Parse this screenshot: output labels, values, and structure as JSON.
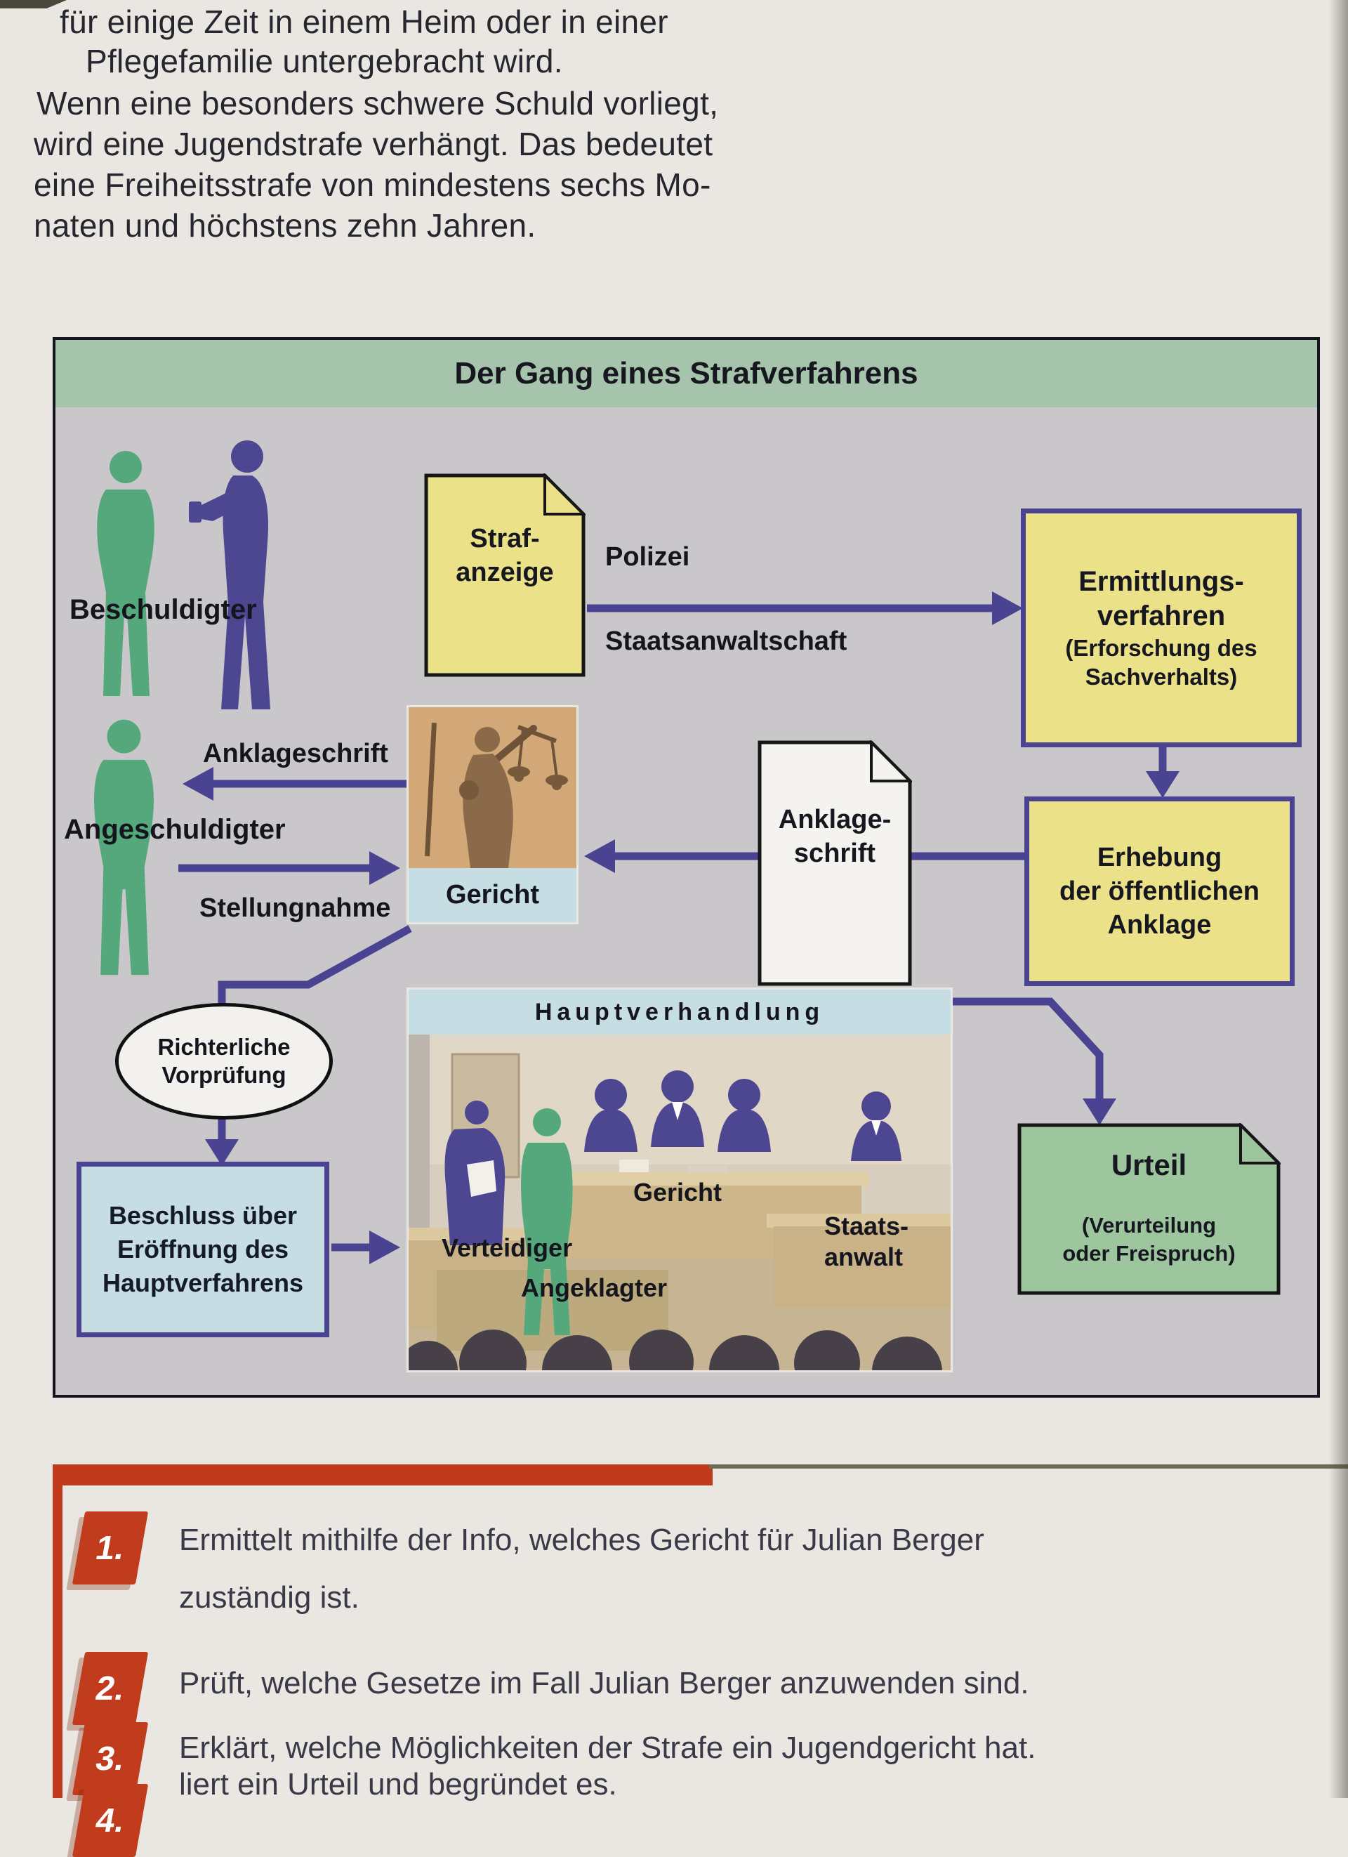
{
  "intro": {
    "l1": "für einige Zeit in einem Heim oder in einer",
    "l2": "Pflegefamilie untergebracht wird.",
    "l3": "Wenn eine besonders schwere Schuld vorliegt,",
    "l4": "wird eine Jugendstrafe verhängt. Das bedeutet",
    "l5": "eine Freiheitsstrafe von mindestens sechs Mo-",
    "l6": "naten und höchstens zehn Jahren."
  },
  "diagram": {
    "title": "Der Gang eines Strafverfahrens",
    "labels": {
      "beschuldigter": "Beschuldigter",
      "angeschuldigter": "Angeschuldigter",
      "anklageschrift_arrow": "Anklageschrift",
      "stellungnahme": "Stellungnahme",
      "polizei": "Polizei",
      "staatsanwaltschaft": "Staatsanwaltschaft",
      "gericht": "Gericht"
    },
    "strafanzeige": {
      "l1": "Straf-",
      "l2": "anzeige"
    },
    "ermittlung": {
      "l1": "Ermittlungs-",
      "l2": "verfahren",
      "l3": "(Erforschung des",
      "l4": "Sachverhalts)"
    },
    "erhebung": {
      "l1": "Erhebung",
      "l2": "der öffentlichen",
      "l3": "Anklage"
    },
    "anklageschrift_doc": {
      "l1": "Anklage-",
      "l2": "schrift"
    },
    "vorpruefung": {
      "l1": "Richterliche",
      "l2": "Vorprüfung"
    },
    "beschluss": {
      "l1": "Beschluss über",
      "l2": "Eröffnung des",
      "l3": "Hauptverfahrens"
    },
    "hauptverhandlung": {
      "title": "Hauptverhandlung",
      "gericht": "Gericht",
      "verteidiger": "Verteidiger",
      "angeklagter": "Angeklagter",
      "staatsanwalt_l1": "Staats-",
      "staatsanwalt_l2": "anwalt"
    },
    "urteil": {
      "l1": "Urteil",
      "l2": "(Verurteilung",
      "l3": "oder Freispruch)"
    }
  },
  "tasks": {
    "items": [
      {
        "number": "1.",
        "l1": "Ermittelt mithilfe der Info, welches Gericht für Julian Berger",
        "l2": "zuständig ist."
      },
      {
        "number": "2.",
        "l1": "Prüft, welche Gesetze im Fall Julian Berger anzuwenden sind."
      },
      {
        "number": "3.",
        "l1": "Erklärt, welche Möglichkeiten der Strafe ein Jugendgericht hat."
      },
      {
        "number": "4.",
        "l1": "liert ein Urteil und begründet es."
      }
    ]
  },
  "colors": {
    "accent_red": "#c03c1c",
    "arrow_purple": "#4a4391",
    "box_yellow": "#eae189",
    "box_blue": "#c6dde3",
    "title_green": "#a6c3ab",
    "figure_green": "#55a87c",
    "figure_purple": "#4d4792",
    "urteil_green": "#9dc69e"
  }
}
